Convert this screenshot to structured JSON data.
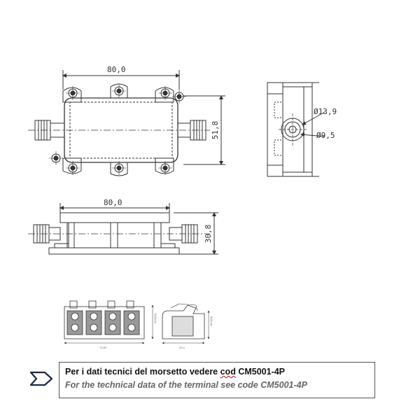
{
  "top_view": {
    "width_dim": "80,0",
    "height_dim": "51,8"
  },
  "side_view": {
    "dia_outer": "Ø13,9",
    "dia_inner": "Ø9,5"
  },
  "front_view": {
    "width_dim": "80,0",
    "height_dim": "30,8"
  },
  "terminal_detail": {
    "width_label": "74.80",
    "side_label": "25.4",
    "height_label": "30.8(W)",
    "height_label2": "18.5(W)"
  },
  "note": {
    "italian_prefix": "Per i dati tecnici del morsetto vedere ",
    "italian_code": "cod",
    "italian_suffix": " CM5001-4P",
    "english": "For the technical data of the terminal see code CM5001-4P"
  },
  "icons": {
    "arrow": "chevron-right-icon"
  }
}
